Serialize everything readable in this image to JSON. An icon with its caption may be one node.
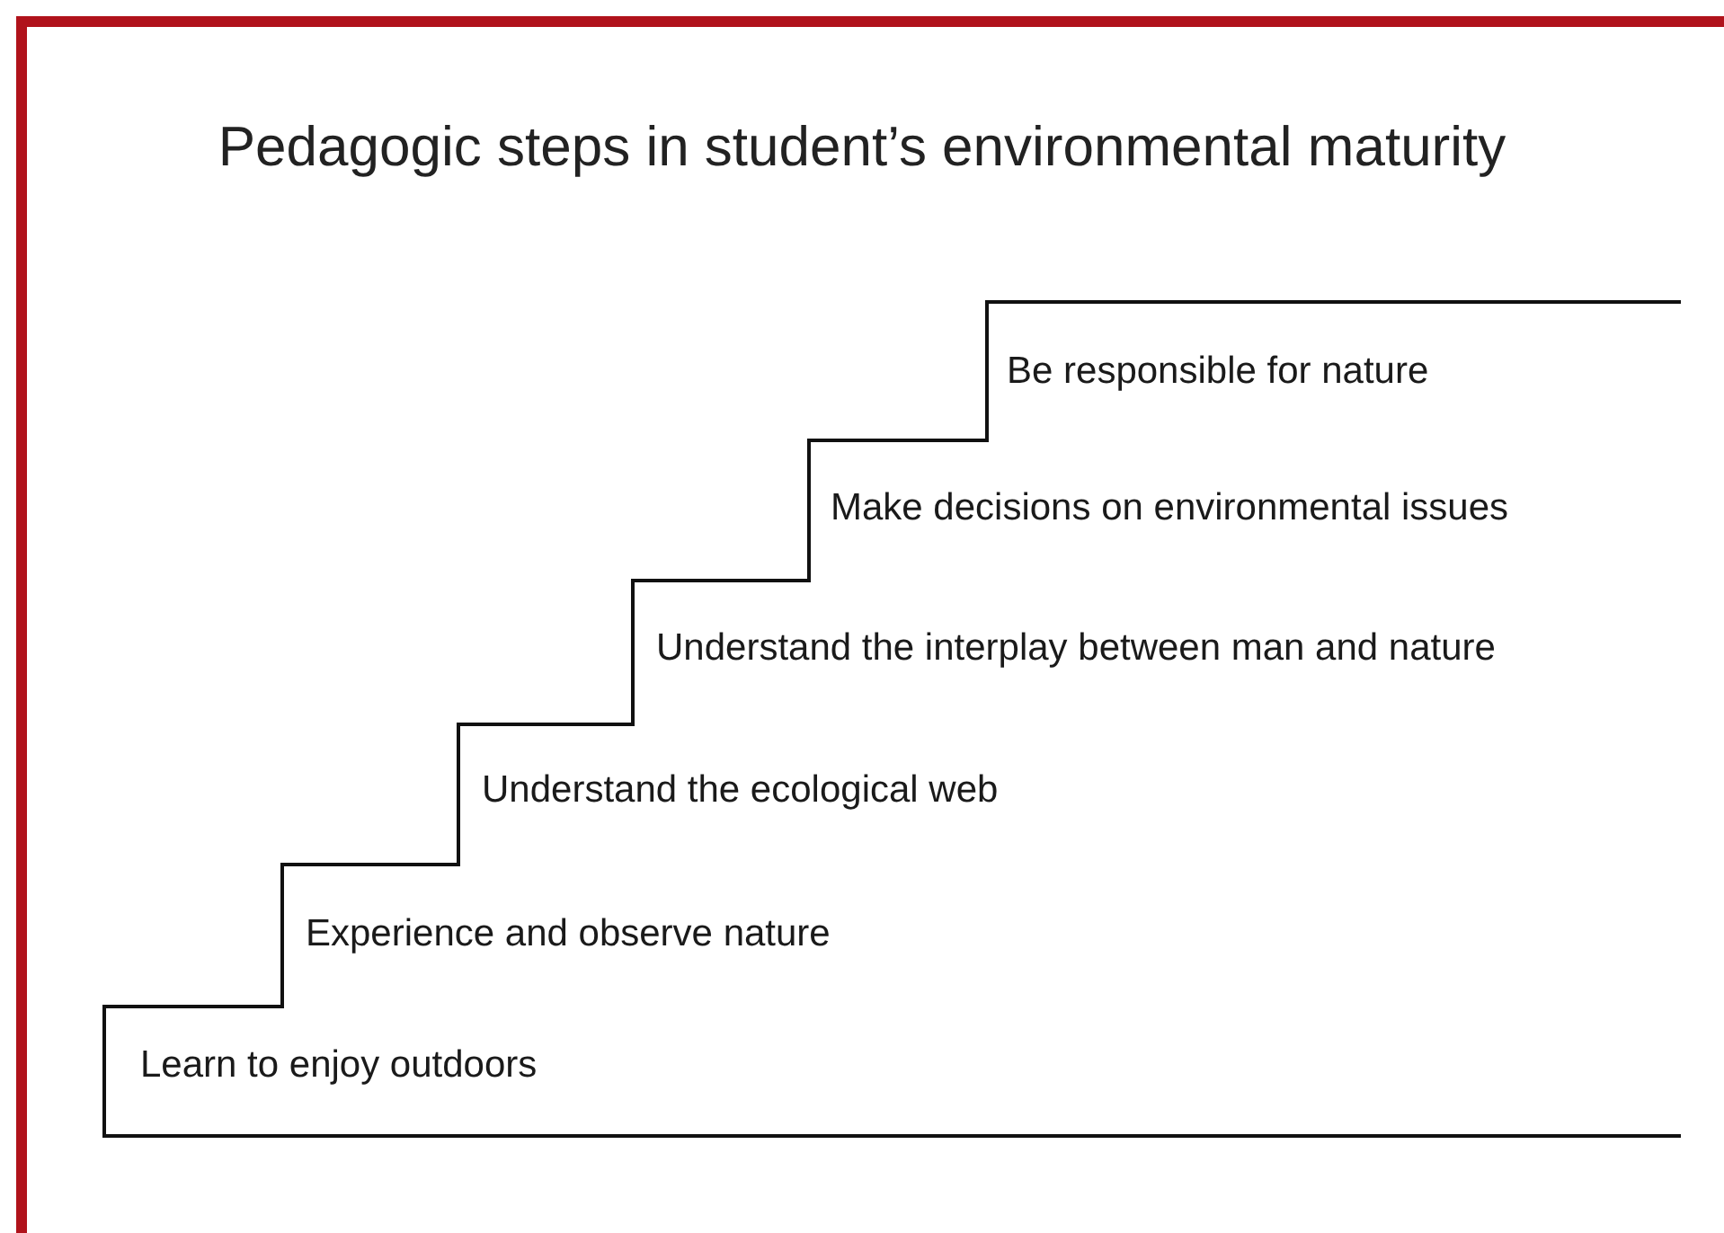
{
  "diagram": {
    "title": "Pedagogic steps in student’s environmental maturity",
    "labels": [
      "Be responsible for nature",
      "Make decisions on environmental issues",
      "Understand the interplay between man and nature",
      "Understand the ecological web",
      "Experience and observe nature",
      "Learn to enjoy outdoors"
    ]
  }
}
